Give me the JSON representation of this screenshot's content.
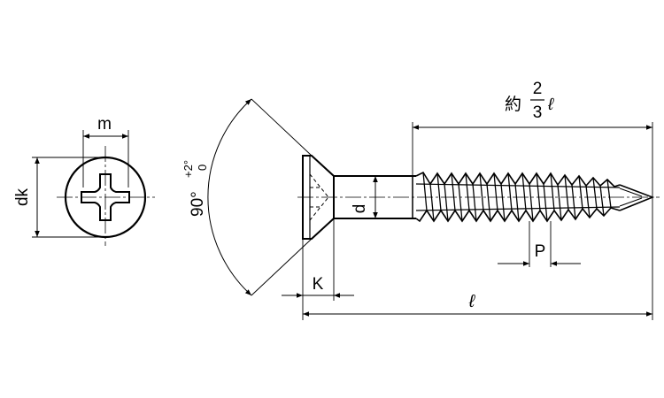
{
  "labels": {
    "m": "m",
    "dk": "dk",
    "d": "d",
    "k": "K",
    "p": "P",
    "length": "ℓ",
    "angle_main": "90°",
    "angle_tol_upper": "+2°",
    "angle_tol_lower": "0",
    "approx_prefix": "約",
    "fraction_numerator": "2",
    "fraction_denominator": "3",
    "fraction_suffix": "ℓ"
  },
  "colors": {
    "line": "#000000",
    "background": "#ffffff"
  }
}
